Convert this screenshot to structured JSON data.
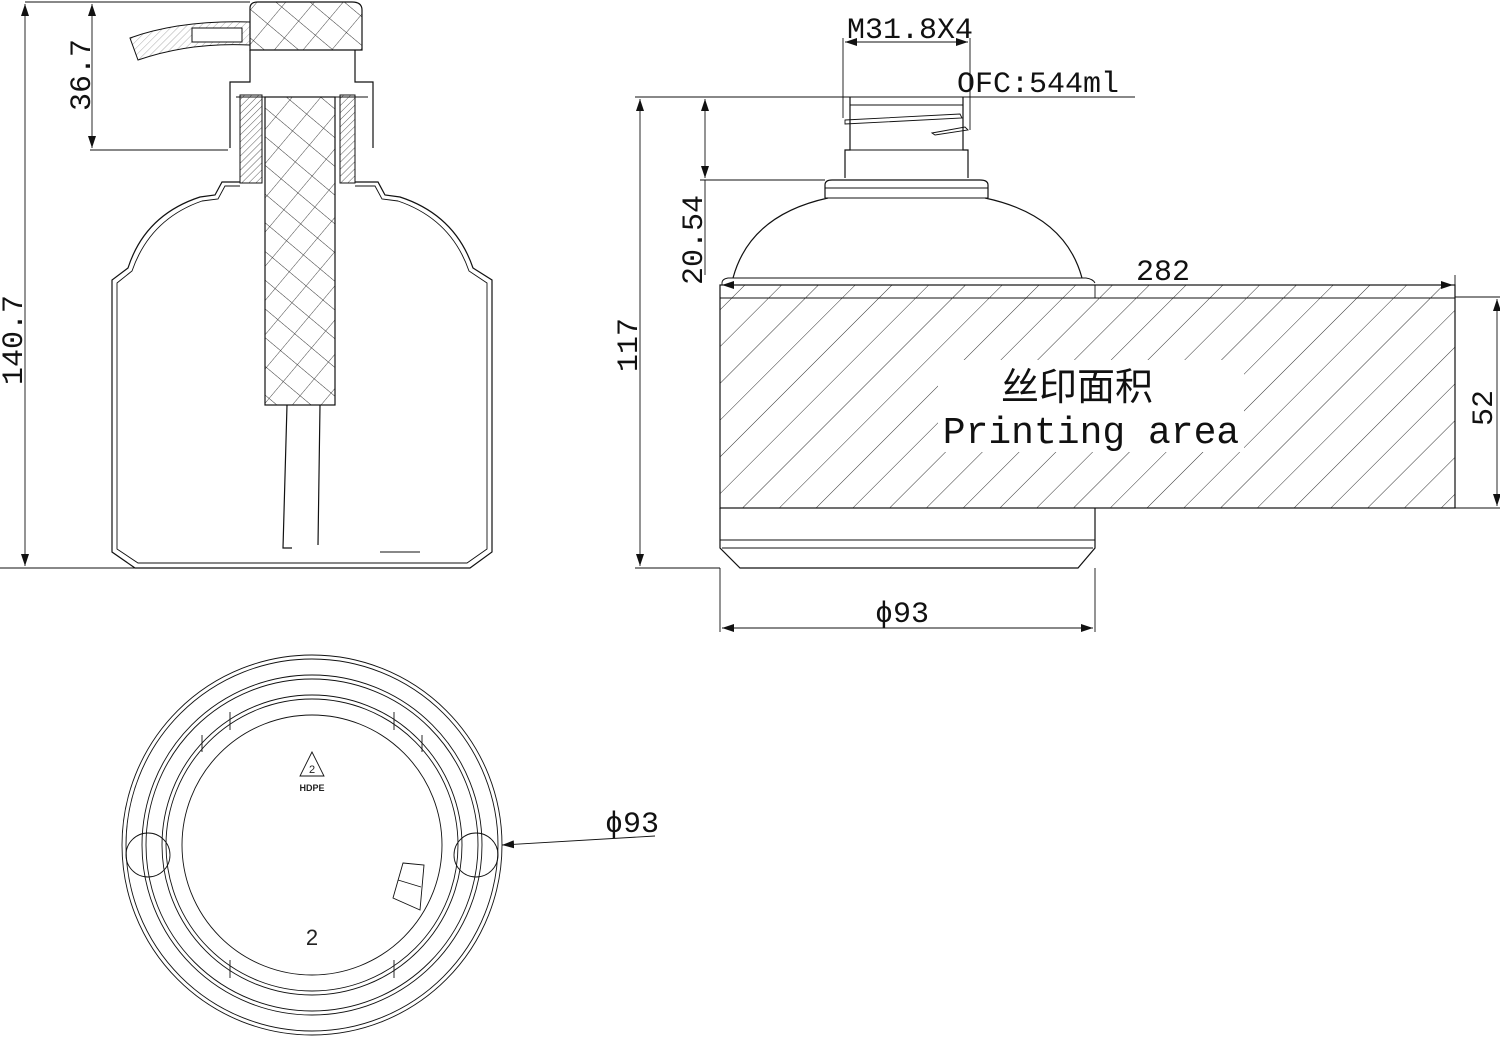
{
  "dimensions": {
    "total_height": "140.7",
    "pump_height": "36.7",
    "thread_spec": "M31.8X4",
    "overflow_capacity": "OFC:544ml",
    "neck_height": "20.54",
    "body_height": "117",
    "print_width": "282",
    "print_height": "52",
    "diameter_side": "ϕ93",
    "diameter_bottom": "ϕ93"
  },
  "printing_area": {
    "label_cn": "丝印面积",
    "label_en": "Printing area"
  },
  "bottom_marks": {
    "recycle_code": "2",
    "material": "HDPE",
    "cavity_number": "2"
  }
}
